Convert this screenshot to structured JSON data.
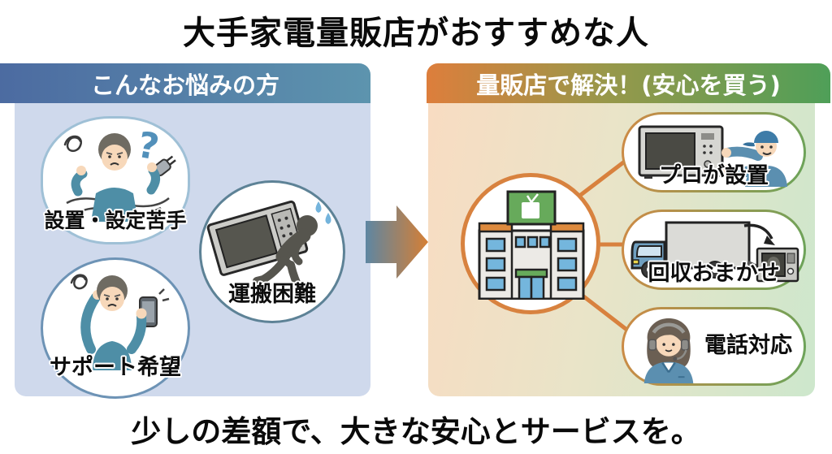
{
  "title": "大手家電量販店がおすすめな人",
  "footer": "少しの差額で、大きな安心とサービスを。",
  "left_panel": {
    "header": "こんなお悩みの方",
    "items": [
      {
        "label": "設置・設定苦手",
        "icon": "confused-man-with-tangled-plug-icon"
      },
      {
        "label": "運搬困難",
        "icon": "man-carrying-microwave-icon"
      },
      {
        "label": "サポート希望",
        "icon": "man-holding-phone-icon"
      }
    ]
  },
  "arrow_icon": "right-arrow-icon",
  "right_panel": {
    "header": "量販店で解決！(安心を買う)",
    "store_icon": "electronics-store-building-icon",
    "items": [
      {
        "label": "プロが設置",
        "icon": "technician-with-microwave-icon"
      },
      {
        "label": "回収おまかせ",
        "icon": "collection-truck-icon"
      },
      {
        "label": "電話対応",
        "icon": "call-center-operator-icon"
      }
    ]
  },
  "decorations": {
    "question_mark": "?"
  },
  "colors": {
    "left_header_gradient": [
      "#4c6ba1",
      "#5d94ae"
    ],
    "left_body": "#cfd9ec",
    "right_header_gradient": [
      "#dd7e3c",
      "#4f9f58"
    ],
    "right_body_gradient": [
      "#f8dcc2",
      "#cde7cc"
    ],
    "arrow_gradient": [
      "#5e86a2",
      "#d67f34"
    ],
    "store_border": "#d8823f",
    "connector_line": "#d8813e",
    "pill_border_gradient": [
      "#cf8a45",
      "#6aa45a"
    ],
    "bubble_borders": [
      "#9fc0d6",
      "#5d8296",
      "#6d93b5"
    ],
    "text": "#111111",
    "header_text": "#ffffff"
  }
}
